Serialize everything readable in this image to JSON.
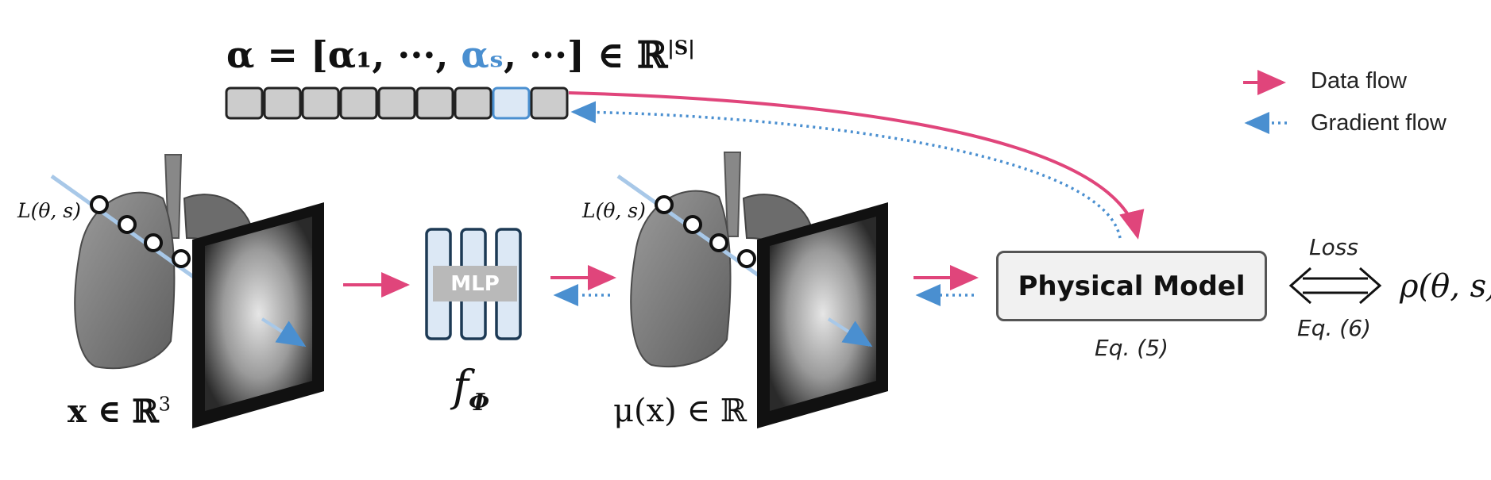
{
  "alpha_vector": {
    "eq_left": "α = [α₁, ···, ",
    "eq_highlight": "αₛ",
    "eq_right": ", ···] ∈ ℝ",
    "eq_sup": "|S|",
    "cell_count": 9,
    "highlight_index": 7
  },
  "legend": {
    "data_flow": "Data flow",
    "gradient_flow": "Gradient flow"
  },
  "left_volume": {
    "ray_label": "L(θ, s)",
    "coord_label": "x ∈ ℝ",
    "coord_sup": "3"
  },
  "mlp": {
    "label": "MLP",
    "func": "f",
    "func_sub": "Φ"
  },
  "mid_volume": {
    "ray_label": "L(θ, s)",
    "field_label": "μ(x) ∈ ℝ"
  },
  "physical_model": {
    "label": "Physical Model",
    "eq": "Eq. (5)"
  },
  "loss": {
    "label": "Loss",
    "eq": "Eq. (6)",
    "target": "ρ(θ, s)"
  },
  "colors": {
    "data_flow": "#e0457b",
    "gradient_flow": "#4a8fd0",
    "cell_fill": "#cccccc",
    "cell_highlight": "#dce8f5",
    "mlp_fill": "#dce8f5",
    "mlp_stroke": "#1d3a55"
  },
  "icons": [
    "lung-icon",
    "xray-detector-icon",
    "double-arrow-icon"
  ]
}
